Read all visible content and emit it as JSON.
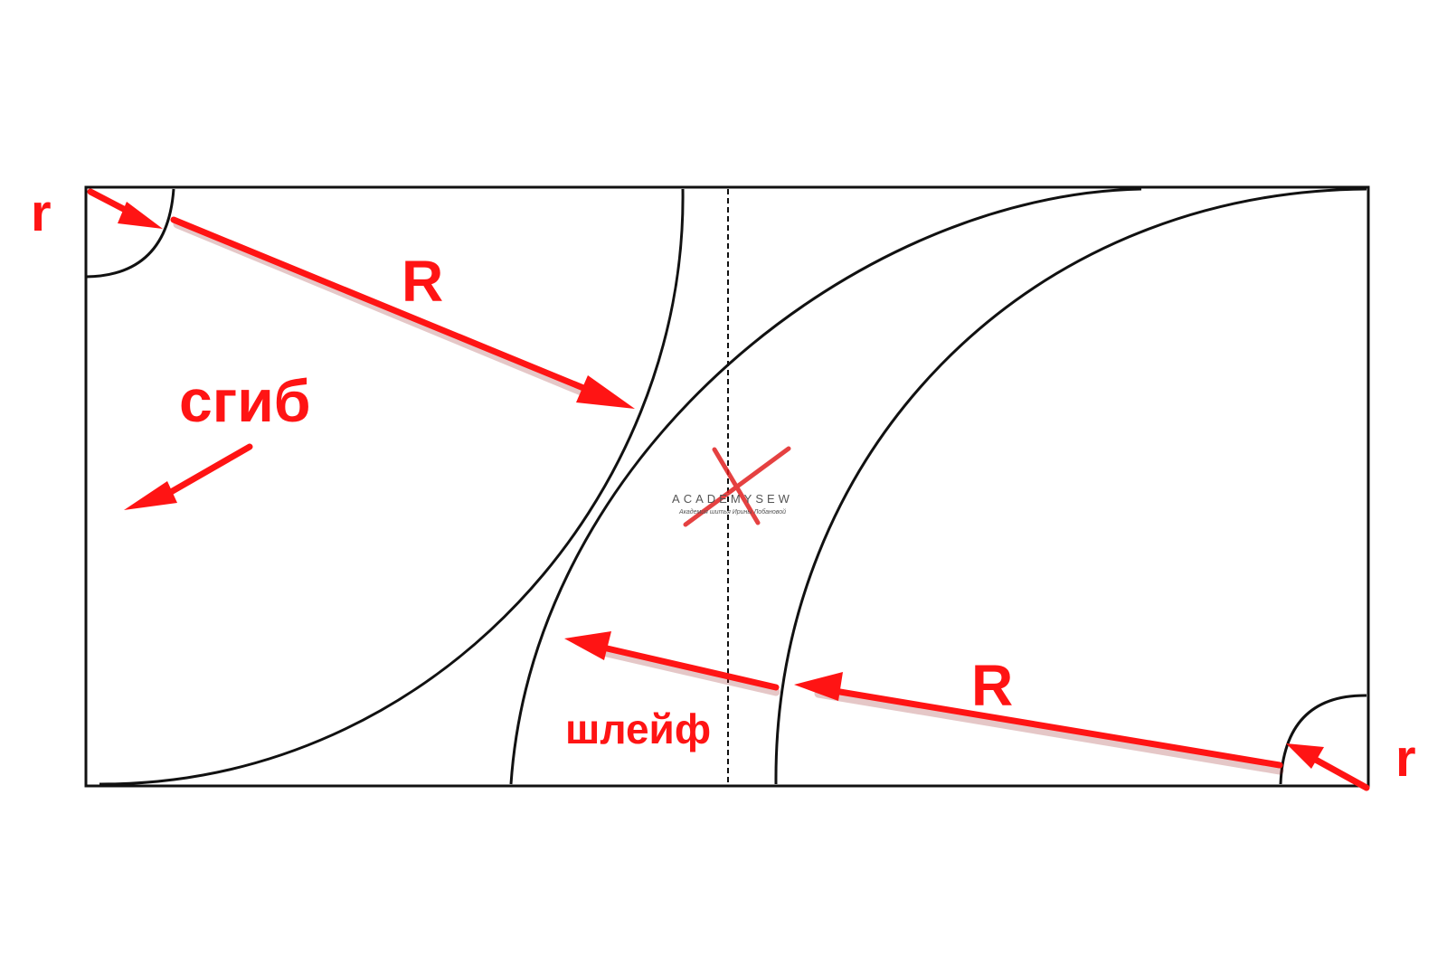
{
  "labels": {
    "radius_small_top": "r",
    "radius_large_top": "R",
    "fold": "сгиб",
    "radius_large_bottom": "R",
    "train": "шлейф",
    "radius_small_bottom": "r"
  },
  "watermark": {
    "brand": "ACADEMYSEW",
    "tagline": "Академия шитья Ирины Лобановой"
  },
  "colors": {
    "arrow": "#ff1414",
    "outline": "#111111"
  }
}
